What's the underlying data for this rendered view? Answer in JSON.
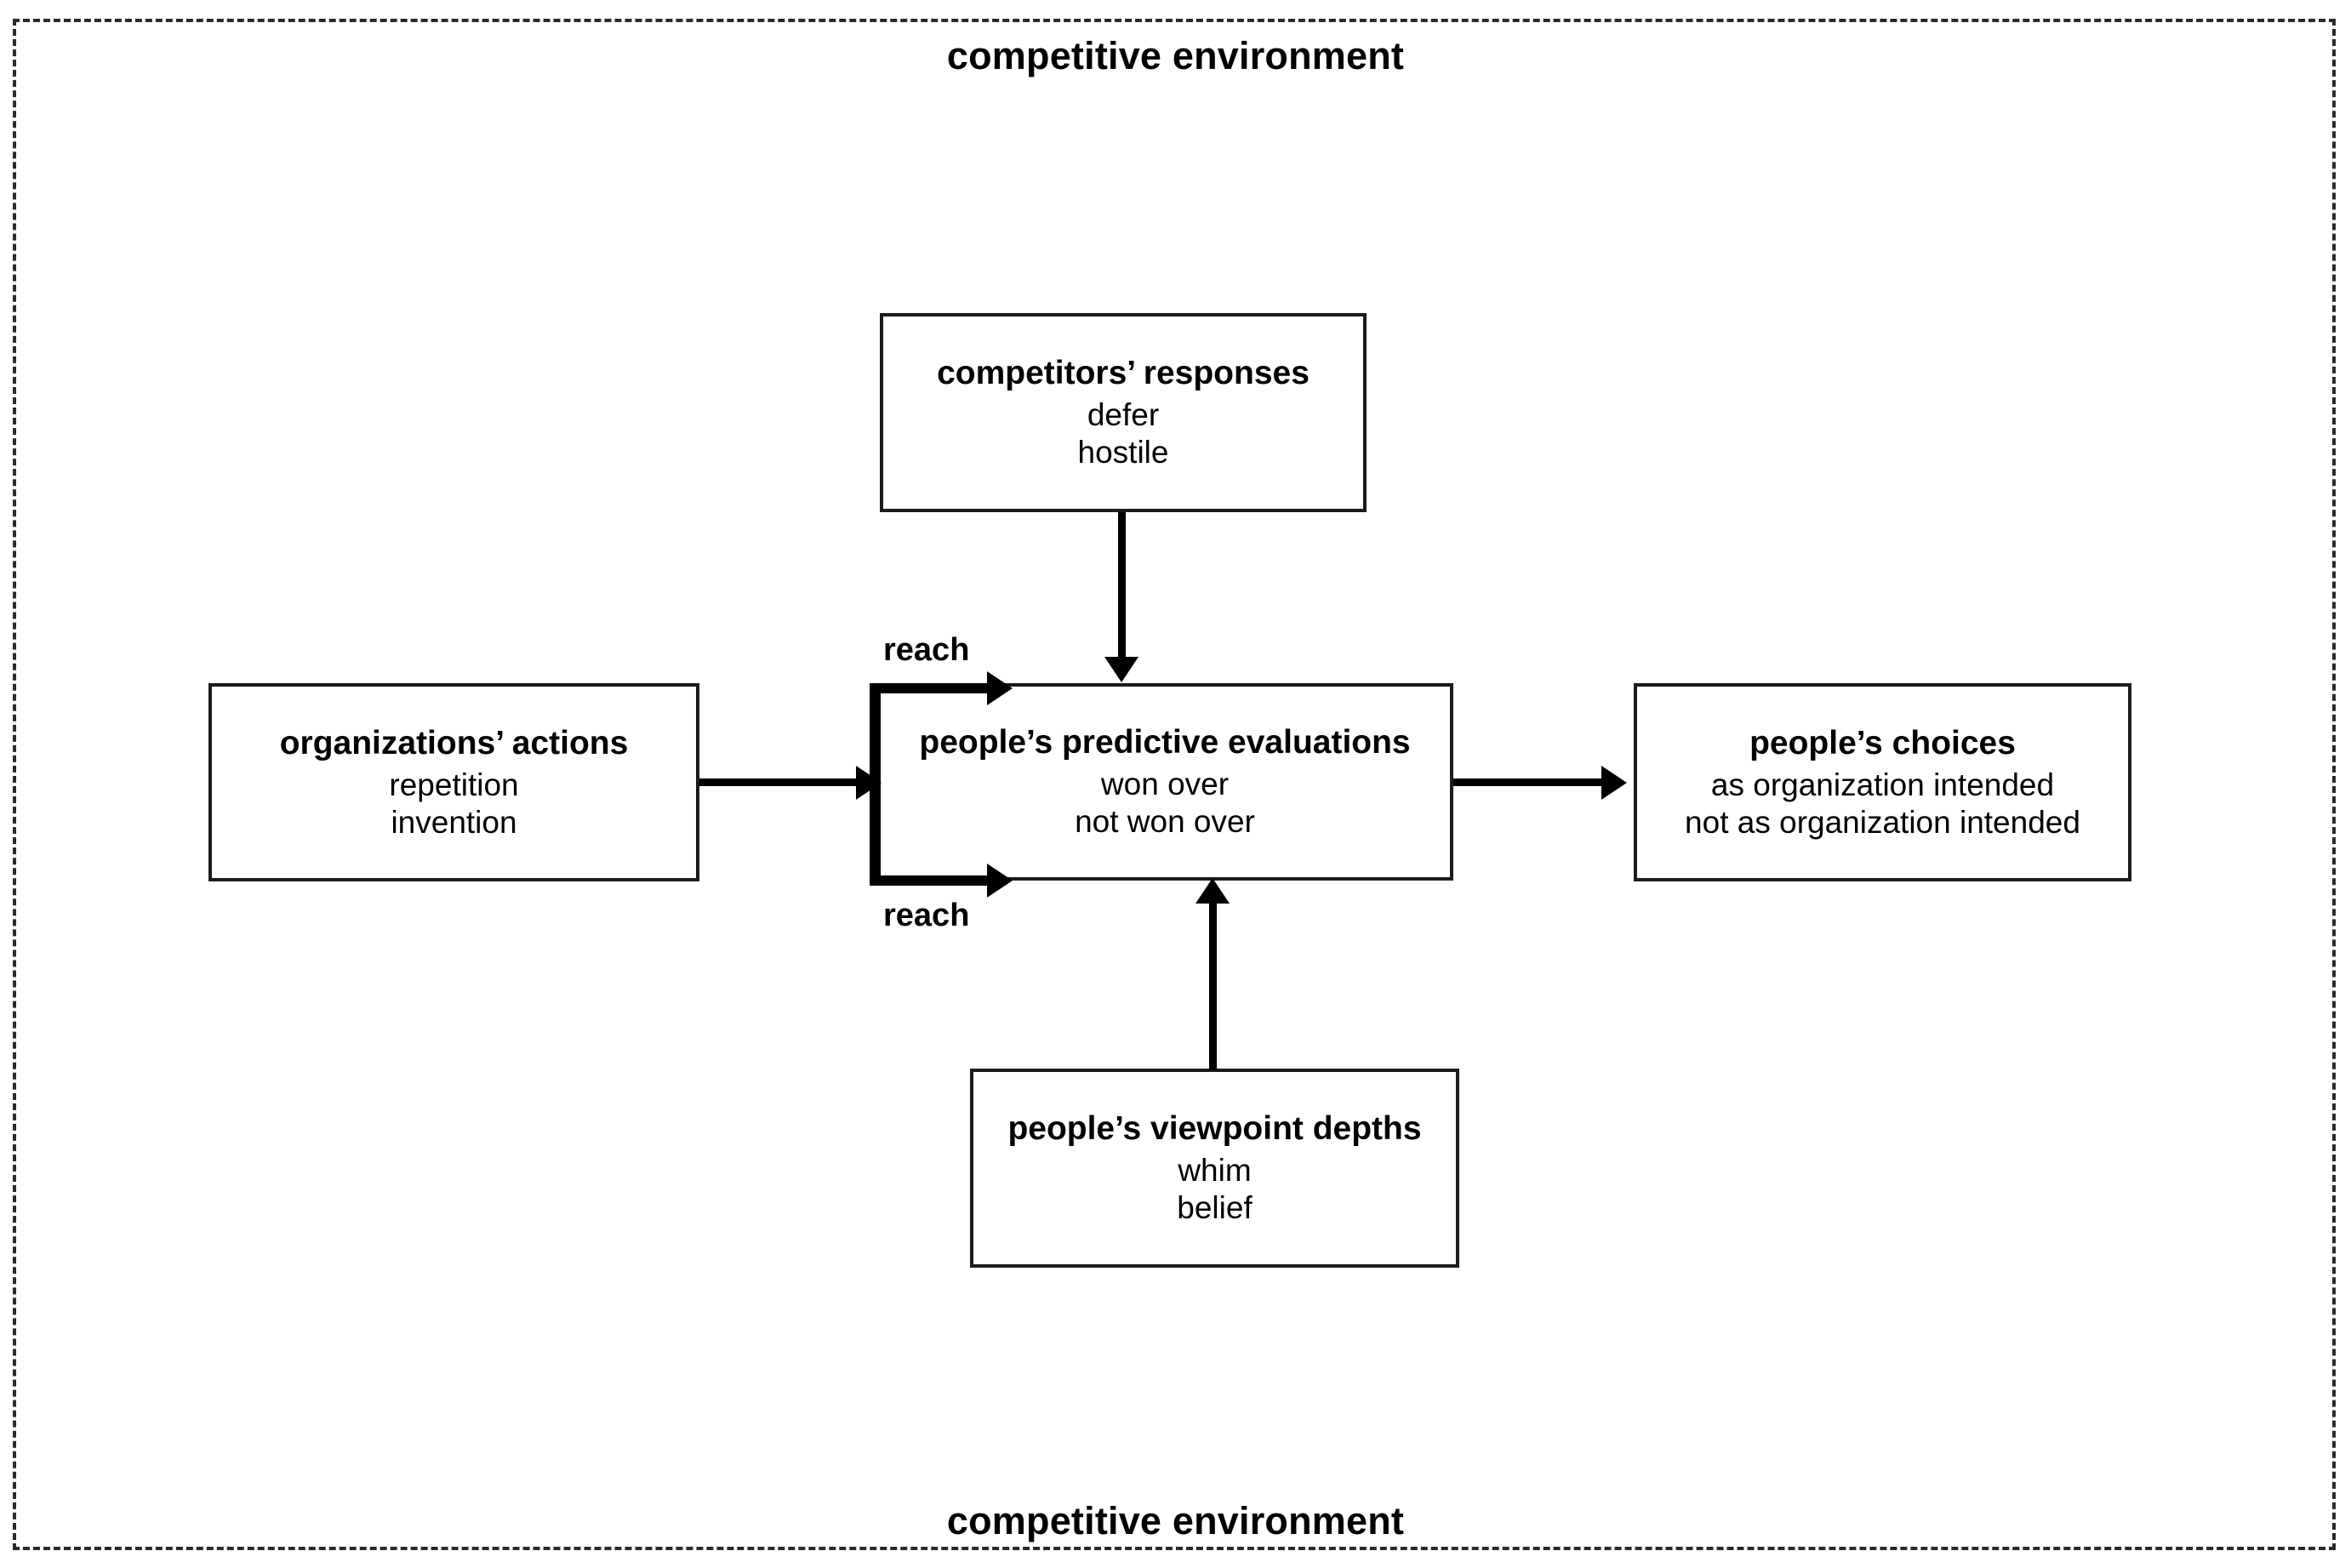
{
  "environment": {
    "label_top": "competitive environment",
    "label_bottom": "competitive environment",
    "border_style": "dashed",
    "border_color": "#2a2a2a"
  },
  "nodes": {
    "competitors_responses": {
      "title": "competitors’ responses",
      "options": [
        "defer",
        "hostile"
      ]
    },
    "organizations_actions": {
      "title": "organizations’ actions",
      "options": [
        "repetition",
        "invention"
      ]
    },
    "peoples_predictive_evaluations": {
      "title": "people’s predictive evaluations",
      "options": [
        "won over",
        "not won over"
      ]
    },
    "peoples_choices": {
      "title": "people’s choices",
      "options": [
        "as organization intended",
        "not as organization intended"
      ]
    },
    "peoples_viewpoint_depths": {
      "title": "people’s viewpoint depths",
      "options": [
        "whim",
        "belief"
      ]
    }
  },
  "edge_labels": {
    "reach_top": "reach",
    "reach_bottom": "reach"
  },
  "colors": {
    "box_border": "#1c1c1c",
    "connector": "#000000",
    "background": "#ffffff",
    "text": "#000000"
  }
}
